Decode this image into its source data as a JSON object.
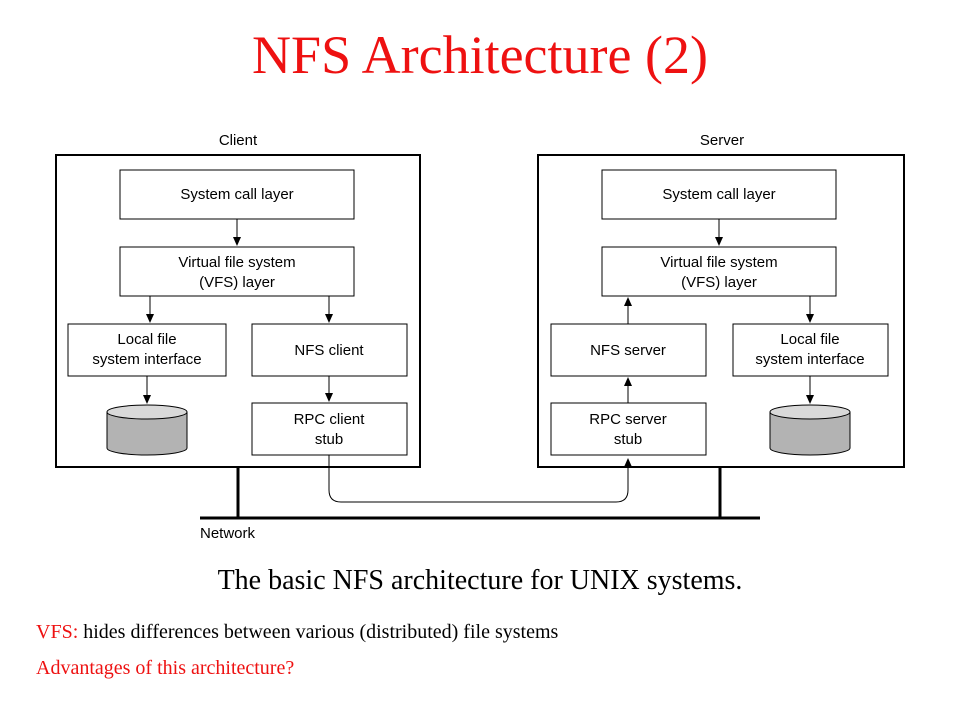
{
  "title": "NFS Architecture (2)",
  "diagram": {
    "client_label": "Client",
    "server_label": "Server",
    "network_label": "Network",
    "client": {
      "system_call": "System call layer",
      "vfs_line1": "Virtual file system",
      "vfs_line2": "(VFS) layer",
      "local_line1": "Local file",
      "local_line2": "system interface",
      "nfs": "NFS client",
      "rpc_line1": "RPC client",
      "rpc_line2": "stub"
    },
    "server": {
      "system_call": "System call layer",
      "vfs_line1": "Virtual file system",
      "vfs_line2": "(VFS) layer",
      "local_line1": "Local file",
      "local_line2": "system interface",
      "nfs": "NFS server",
      "rpc_line1": "RPC server",
      "rpc_line2": "stub"
    }
  },
  "caption": "The basic NFS architecture for UNIX systems.",
  "notes": {
    "vfs_term": "VFS:",
    "vfs_desc": " hides differences between various (distributed) file systems",
    "question": "Advantages of this architecture?"
  },
  "colors": {
    "accent": "#ee1111",
    "disk_fill": "#b3b3b3"
  }
}
